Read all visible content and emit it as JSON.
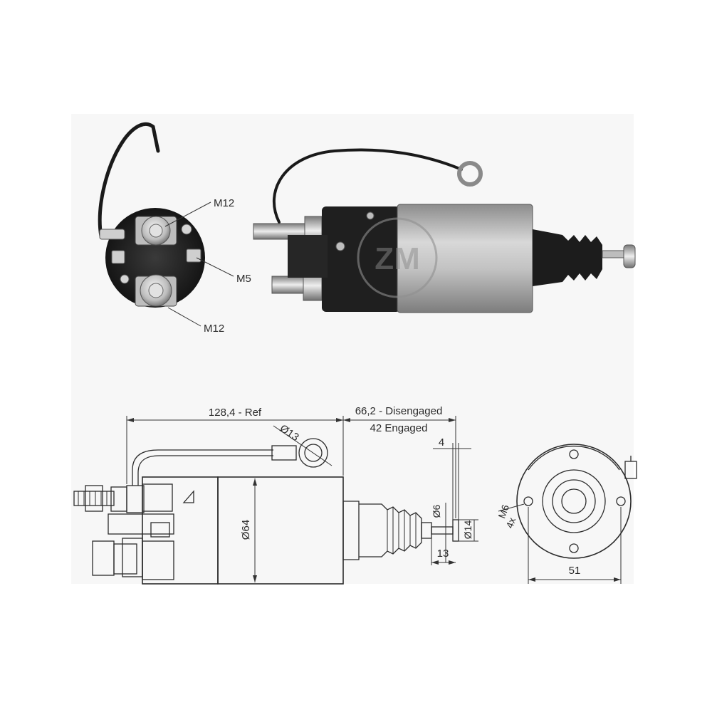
{
  "photo_labels": {
    "terminal_top": "M12",
    "terminal_side": "M5",
    "terminal_bottom": "M12"
  },
  "dimensions": {
    "length_ref": "128,4 - Ref",
    "stroke_disengaged": "66,2 - Disengaged",
    "stroke_engaged": "42 Engaged",
    "eyelet_dia": "Ø13",
    "body_dia": "Ø64",
    "gap": "4",
    "pin_dia": "Ø6",
    "head_dia": "Ø14",
    "pin_length": "13",
    "thread_spec": "M6",
    "thread_count": "4x",
    "flange_width": "51"
  },
  "logo_text": "ZM",
  "colors": {
    "body_grey": "#bdbdbd",
    "cap_black": "#1e1e1e",
    "metal_silver": "#d9d9d9",
    "line": "#2b2b2b",
    "background": "#ffffff",
    "panel": "#f7f7f7"
  }
}
